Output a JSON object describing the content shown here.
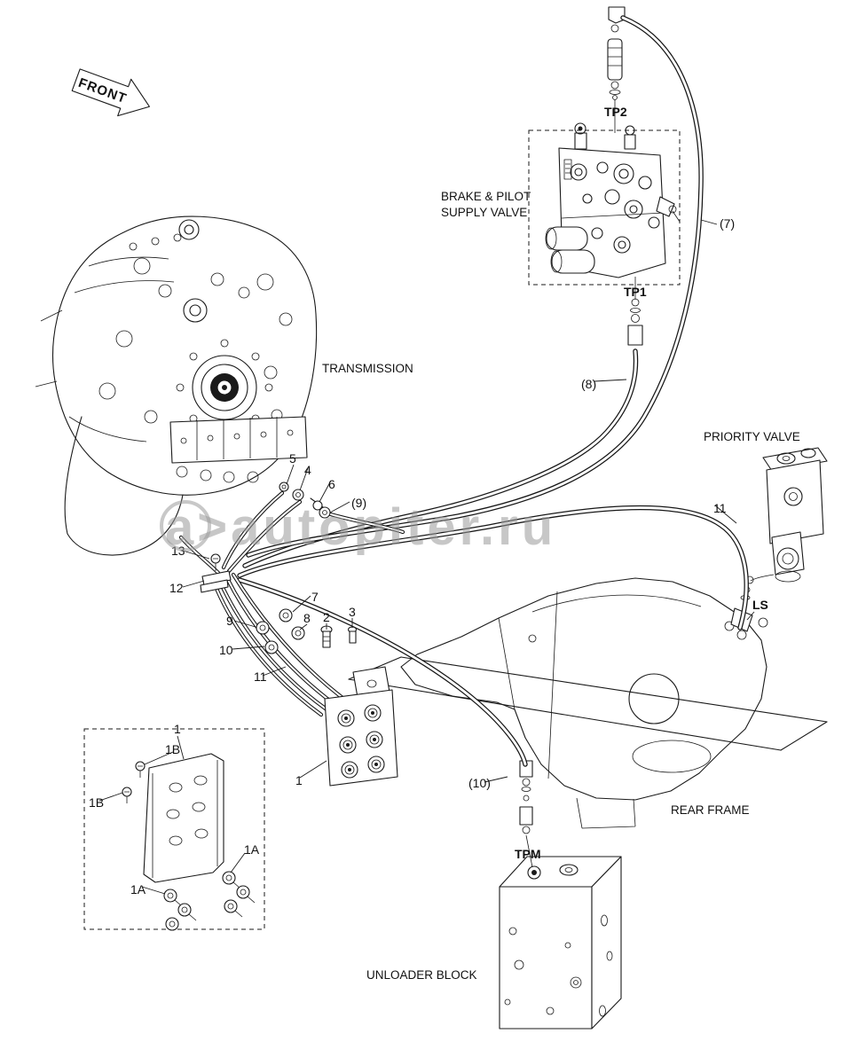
{
  "watermark": {
    "text": "a>autopiter.ru"
  },
  "labels": {
    "front": "FRONT",
    "transmission": "TRANSMISSION",
    "brake_pilot_1": "BRAKE & PILOT",
    "brake_pilot_2": "SUPPLY VALVE",
    "priority_valve": "PRIORITY VALVE",
    "rear_frame": "REAR FRAME",
    "unloader_block": "UNLOADER BLOCK"
  },
  "ports": {
    "tp1": "TP1",
    "tp2": "TP2",
    "tpm": "TPM",
    "ls": "LS"
  },
  "callouts": {
    "c1": "1",
    "c1a": "1A",
    "c1b": "1B",
    "c2": "2",
    "c3": "3",
    "c4": "4",
    "c5": "5",
    "c6": "6",
    "c7": "7",
    "c8": "8",
    "c9": "9",
    "c10": "10",
    "c11": "11",
    "c12": "12",
    "c13": "13",
    "p7": "(7)",
    "p8": "(8)",
    "p9": "(9)",
    "p10": "(10)"
  }
}
